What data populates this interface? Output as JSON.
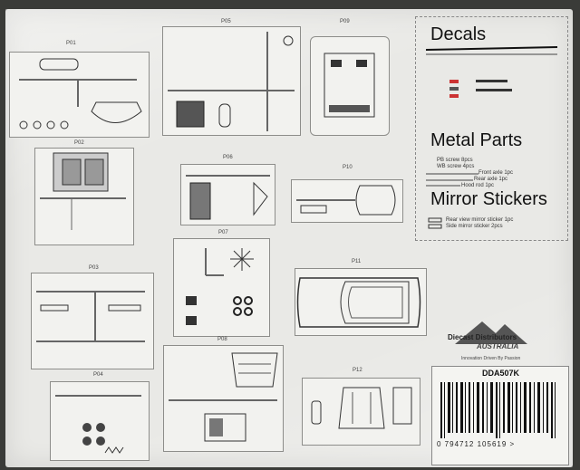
{
  "panels": {
    "p01": "P01",
    "p02": "P02",
    "p03": "P03",
    "p04": "P04",
    "p05": "P05",
    "p06": "P06",
    "p07": "P07",
    "p08": "P08",
    "p09": "P09",
    "p10": "P10",
    "p11": "P11",
    "p12": "P12"
  },
  "sections": {
    "decals": "Decals",
    "metal_parts": "Metal Parts",
    "mirror_stickers": "Mirror Stickers"
  },
  "metal_items": {
    "pb_screw": "PB screw 8pcs",
    "wb_screw": "WB screw 4pcs",
    "front_axle": "Front axle 1pc",
    "rear_axle": "Rear axle 1pc",
    "hood_rod": "Hood rod 1pc"
  },
  "mirror_items": {
    "rear_view": "Rear view mirror sticker 1pc",
    "side_mirror": "Side mirror sticker 2pcs"
  },
  "brand": {
    "name": "Diecast Distributors",
    "country": "AUSTRALIA",
    "tagline": "Innovation Driven By Passion"
  },
  "product_code": "DDA507K",
  "barcode_digits": "0  794712  105619  >"
}
